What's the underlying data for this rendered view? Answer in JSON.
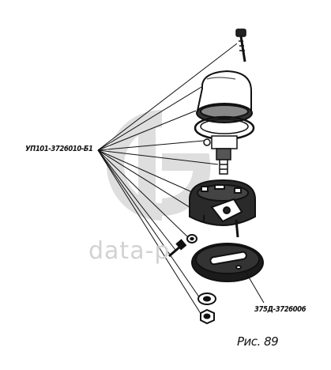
{
  "figure": {
    "assembly_label": "УП101-3726010-Б1",
    "part_label": "375Д-3726006",
    "caption": "Рис. 89"
  },
  "watermark": {
    "text": "data-p"
  },
  "colors": {
    "ink": "#111111",
    "watermark": "#d4d4d4",
    "background": "#ffffff"
  }
}
